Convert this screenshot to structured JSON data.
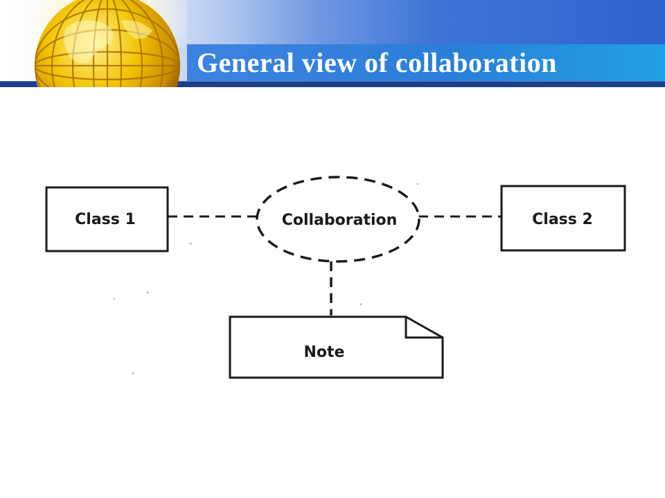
{
  "slide": {
    "title": "General view of collaboration"
  },
  "diagram": {
    "nodes": {
      "class1": {
        "label": "Class 1",
        "shape": "rectangle"
      },
      "collaboration": {
        "label": "Collaboration",
        "shape": "dashed-ellipse"
      },
      "class2": {
        "label": "Class 2",
        "shape": "rectangle"
      },
      "note": {
        "label": "Note",
        "shape": "folded-corner-note"
      }
    },
    "edges": [
      {
        "from": "class1",
        "to": "collaboration",
        "style": "dashed"
      },
      {
        "from": "collaboration",
        "to": "class2",
        "style": "dashed"
      },
      {
        "from": "collaboration",
        "to": "note",
        "style": "dashed"
      }
    ]
  },
  "icons": {
    "globe": "globe-icon"
  },
  "colors": {
    "header_band": "#2a7fd8",
    "header_rule": "#1c3f8a",
    "title_text": "#ffffff",
    "diagram_stroke": "#1a1a1a"
  }
}
